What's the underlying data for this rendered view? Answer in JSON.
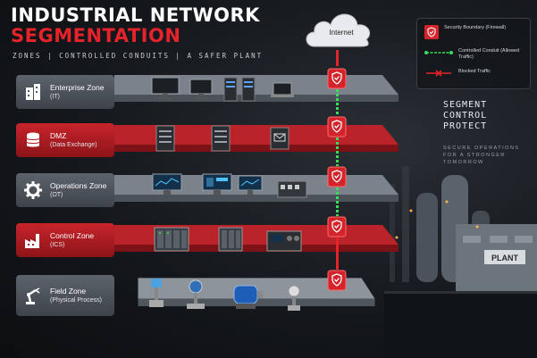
{
  "header": {
    "title_line1": "INDUSTRIAL NETWORK",
    "title_line2": "SEGMENTATION",
    "subtitle": "ZONES  |  CONTROLLED CONDUITS  |  A SAFER PLANT"
  },
  "internet": {
    "label": "Internet"
  },
  "legend": {
    "items": [
      {
        "icon": "shield-icon",
        "label": "Security Boundary (Firewall)"
      },
      {
        "icon": "green-conduit-icon",
        "label": "Controlled Conduit (Allowed Traffic)"
      },
      {
        "icon": "red-blocked-icon",
        "label": "Blocked Traffic"
      }
    ]
  },
  "tagline": {
    "main_lines": [
      "SEGMENT",
      "CONTROL",
      "PROTECT"
    ],
    "sub": "SECURE OPERATIONS FOR A STRONGER TOMORROW"
  },
  "plant": {
    "sign": "PLANT"
  },
  "zones": [
    {
      "name": "Enterprise Zone",
      "sub": "(IT)",
      "icon": "building-icon",
      "style": "grey"
    },
    {
      "name": "DMZ",
      "sub": "(Data Exchange)",
      "icon": "database-icon",
      "style": "red"
    },
    {
      "name": "Operations Zone",
      "sub": "(OT)",
      "icon": "gear-icon",
      "style": "grey"
    },
    {
      "name": "Control Zone",
      "sub": "(ICS)",
      "icon": "factory-icon",
      "style": "red"
    },
    {
      "name": "Field Zone",
      "sub": "(Physical Process)",
      "icon": "robot-arm-icon",
      "style": "grey"
    }
  ],
  "colors": {
    "accent_red": "#e5232a",
    "conduit_green": "#3bdc5a",
    "zone_grey": "#4a4f57"
  }
}
